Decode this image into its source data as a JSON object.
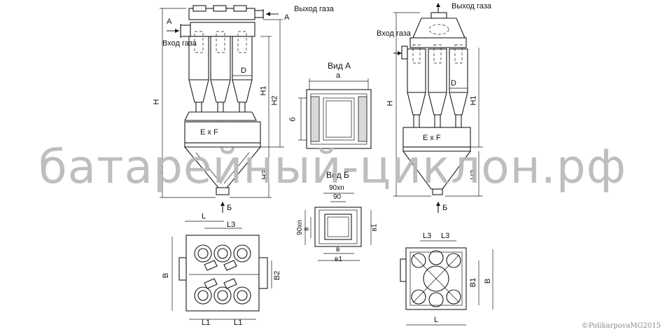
{
  "labels": {
    "gas_inlet_left": "Вход газа",
    "gas_outlet_left": "Выход газа",
    "gas_inlet_right": "Вход газа",
    "gas_outlet_right": "Выход газа",
    "arrow_a": "А",
    "arrow_a_outlet": "А",
    "arrow_b_left": "Б",
    "arrow_b_right": "Б",
    "view_a": "Вид А",
    "view_b": "Вид Б",
    "dim_H_left": "H",
    "dim_H1_left": "H1",
    "dim_H2_left": "H2",
    "dim_H3_left": "H3",
    "dim_D_left": "D",
    "dim_ExF_left": "E x F",
    "dim_H_right": "H",
    "dim_H1_right": "H1",
    "dim_H3_right": "H3",
    "dim_D_right": "D",
    "dim_ExF_right": "E x F",
    "dim_a": "a",
    "dim_6": "б",
    "dim_90xn_top": "90xn",
    "dim_90": "90",
    "dim_90xn_side": "90xn",
    "dim_v_side": "в",
    "dim_v1_side": "в1",
    "dim_v_bottom": "в",
    "dim_v1_bottom": "в1",
    "dim_L_left": "L",
    "dim_L3_left": "L3",
    "dim_B_left": "B",
    "dim_B2_left": "B2",
    "dim_L1_left_a": "L1",
    "dim_L1_left_b": "L1",
    "dim_L3_right_a": "L3",
    "dim_L3_right_b": "L3",
    "dim_B1_right": "B1",
    "dim_B_right": "B",
    "dim_L_right": "L"
  },
  "watermark": "батарейный-циклон.рф",
  "copyright": "©PolikarpovaMG2015"
}
